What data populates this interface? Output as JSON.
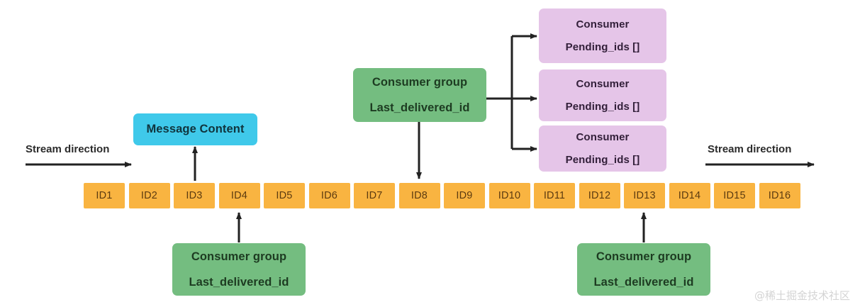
{
  "diagram": {
    "title": "Redis Stream consumer groups diagram",
    "colors": {
      "stream_cell": "#f9b441",
      "consumer_group": "#74bd80",
      "consumer": "#e5c5e8",
      "message_content": "#3fc9ea",
      "arrow": "#222222",
      "background": "#ffffff"
    }
  },
  "stream": {
    "cells": [
      {
        "label": "ID1"
      },
      {
        "label": "ID2"
      },
      {
        "label": "ID3"
      },
      {
        "label": "ID4"
      },
      {
        "label": "ID5"
      },
      {
        "label": "ID6"
      },
      {
        "label": "ID7"
      },
      {
        "label": "ID8"
      },
      {
        "label": "ID9"
      },
      {
        "label": "ID10"
      },
      {
        "label": "ID11"
      },
      {
        "label": "ID12"
      },
      {
        "label": "ID13"
      },
      {
        "label": "ID14"
      },
      {
        "label": "ID15"
      },
      {
        "label": "ID16"
      }
    ]
  },
  "stream_direction": {
    "left_label": "Stream direction",
    "right_label": "Stream direction"
  },
  "message_content": {
    "label": "Message Content"
  },
  "consumer_groups": [
    {
      "id": "group-left-bottom",
      "line1": "Consumer group",
      "line2": "Last_delivered_id",
      "points_to": "ID4"
    },
    {
      "id": "group-middle-top",
      "line1": "Consumer group",
      "line2": "Last_delivered_id",
      "points_to": "ID8"
    },
    {
      "id": "group-right-bottom",
      "line1": "Consumer group",
      "line2": "Last_delivered_id",
      "points_to": "ID13"
    }
  ],
  "consumers": [
    {
      "id": "consumer-1",
      "line1": "Consumer",
      "line2": "Pending_ids []"
    },
    {
      "id": "consumer-2",
      "line1": "Consumer",
      "line2": "Pending_ids []"
    },
    {
      "id": "consumer-3",
      "line1": "Consumer",
      "line2": "Pending_ids []"
    }
  ],
  "watermark": {
    "text": "@稀土掘金技术社区"
  }
}
